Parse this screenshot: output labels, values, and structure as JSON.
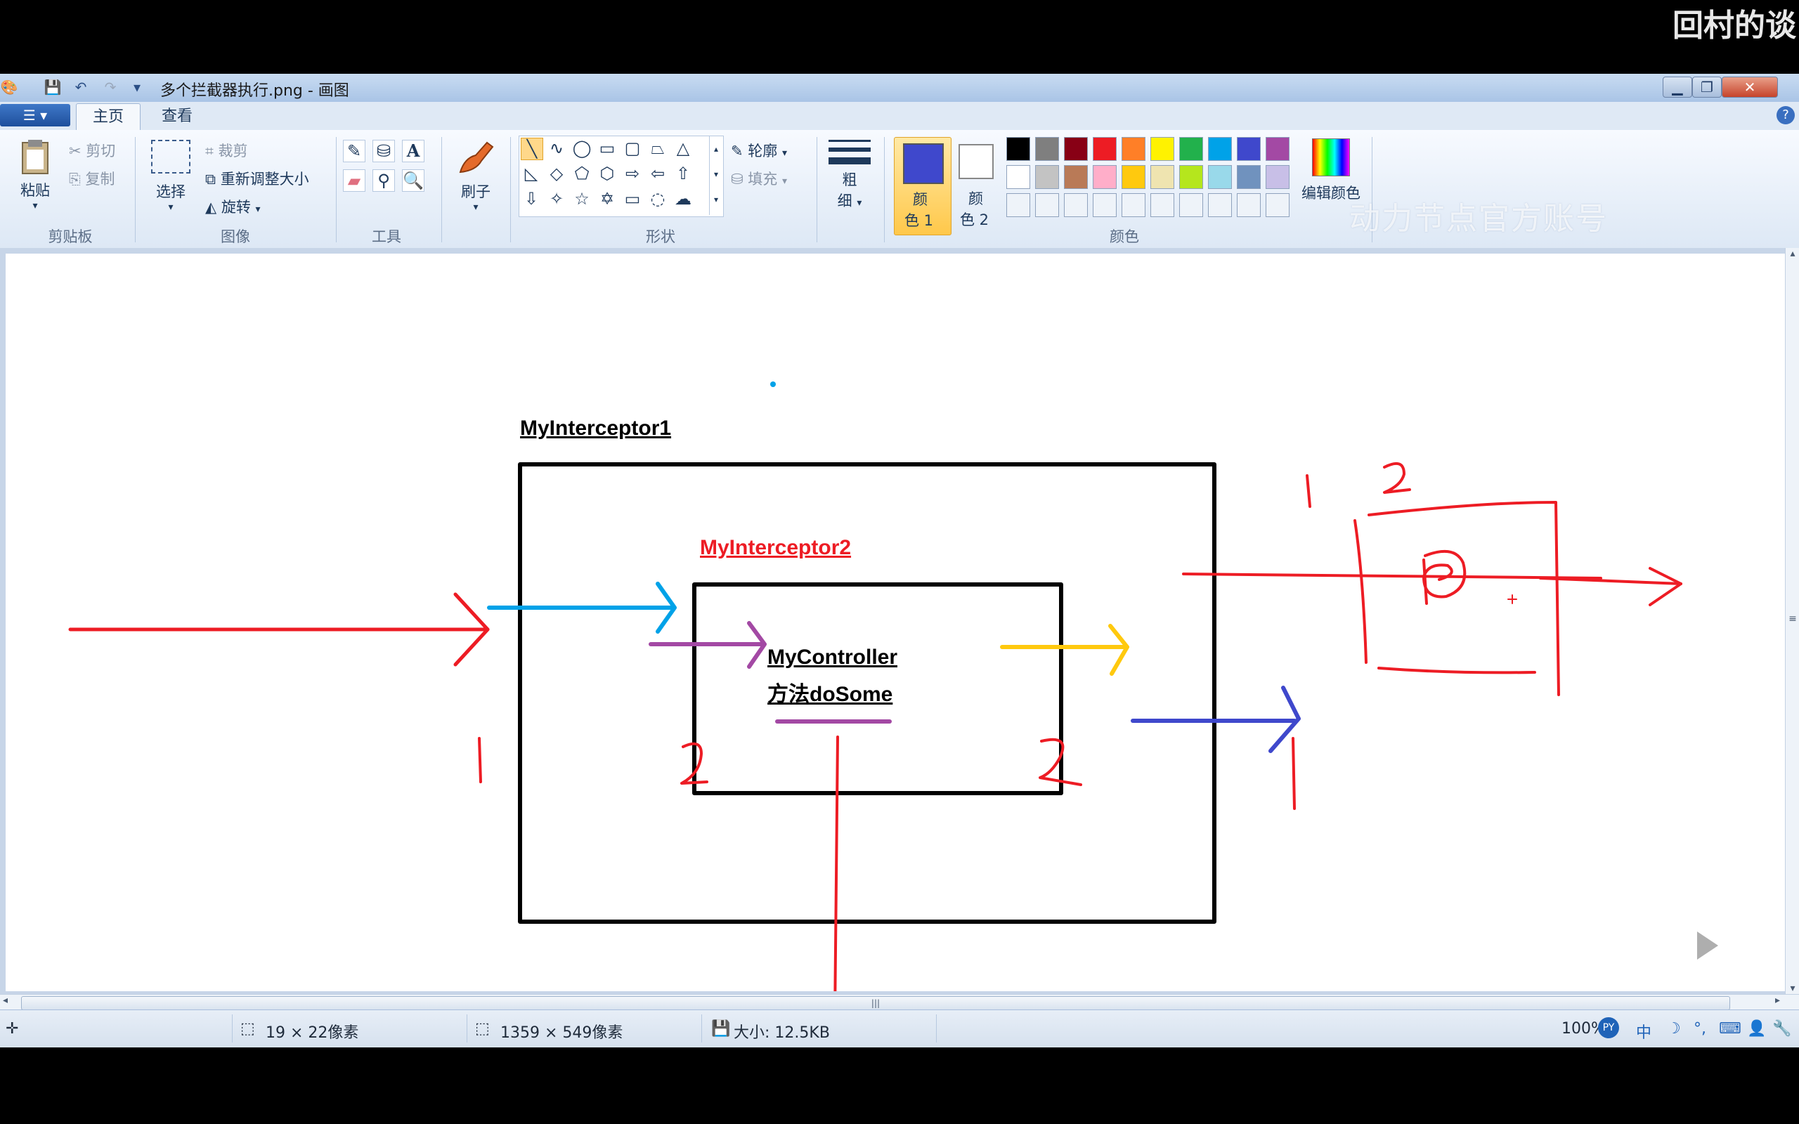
{
  "overlay": {
    "top_right_text": "回村的谈"
  },
  "window": {
    "title": "多个拦截器执行.png - 画图",
    "min_label": "▁",
    "max_label": "❐",
    "close_label": "✕"
  },
  "tabs": {
    "home": "主页",
    "view": "查看"
  },
  "ribbon": {
    "clipboard": {
      "paste": "粘贴",
      "cut": "剪切",
      "copy": "复制",
      "group": "剪贴板"
    },
    "image": {
      "select": "选择",
      "crop": "裁剪",
      "resize": "重新调整大小",
      "rotate": "旋转",
      "group": "图像"
    },
    "tools": {
      "group": "工具",
      "text_tool": "A"
    },
    "brush": {
      "label": "刷子"
    },
    "shapes": {
      "outline": "轮廓",
      "fill": "填充",
      "group": "形状"
    },
    "size": {
      "label_1": "粗",
      "label_2": "细"
    },
    "colors": {
      "color1_a": "颜",
      "color1_b": "色 1",
      "color2_a": "颜",
      "color2_b": "色 2",
      "edit": "编辑颜色",
      "group": "颜色",
      "active_color1": "#3f48cc",
      "palette_row1": [
        "#000000",
        "#7f7f7f",
        "#880015",
        "#ed1c24",
        "#ff7f27",
        "#fff200",
        "#22b14c",
        "#00a2e8",
        "#3f48cc",
        "#a349a4"
      ],
      "palette_row2": [
        "#ffffff",
        "#c3c3c3",
        "#b97a57",
        "#ffaec9",
        "#ffc90e",
        "#efe4b0",
        "#b5e61d",
        "#99d9ea",
        "#7092be",
        "#c8bfe7"
      ]
    }
  },
  "drawing": {
    "label_interceptor1": "MyInterceptor1",
    "label_interceptor2": "MyInterceptor2",
    "label_controller": "MyController",
    "label_method": "方法doSome",
    "colors": {
      "red": "#ed1c24",
      "blue": "#00a2e8",
      "purple": "#a349a4",
      "yellow": "#ffc90e",
      "indigo": "#3f48cc"
    }
  },
  "status": {
    "cursor_pos": "19 × 22像素",
    "image_size": "1359 × 549像素",
    "file_size": "大小: 12.5KB",
    "zoom": "100%",
    "ime": "中"
  },
  "watermark": "动力节点官方账号"
}
